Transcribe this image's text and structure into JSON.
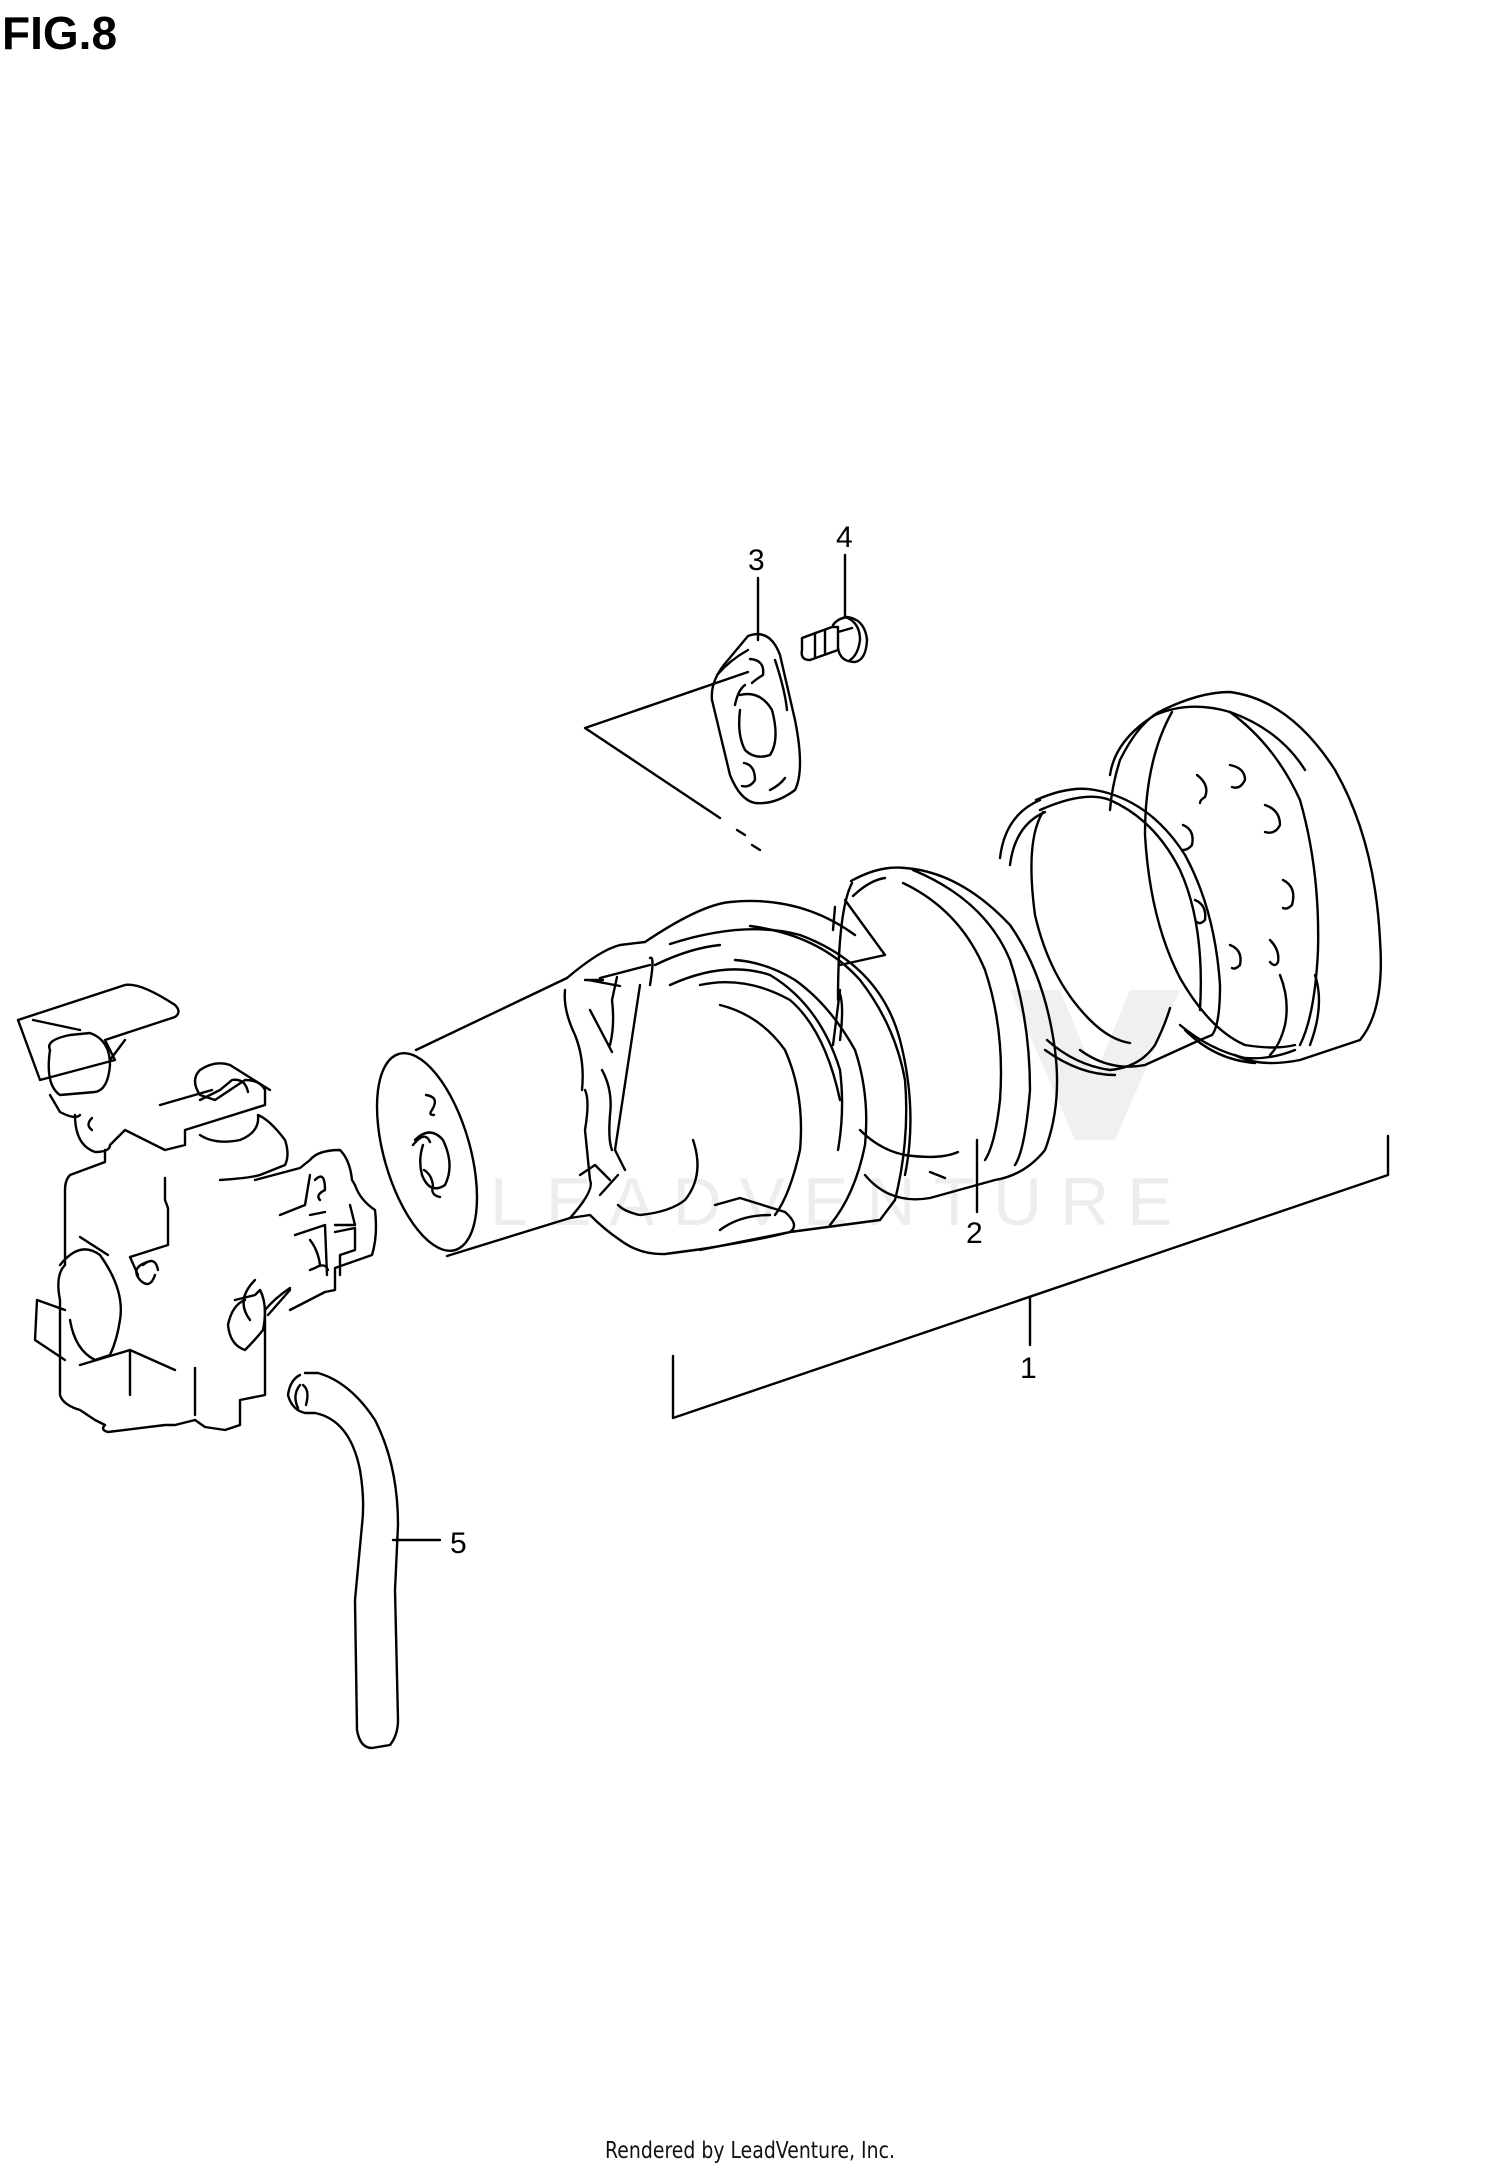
{
  "figure": {
    "title": "FIG.8"
  },
  "watermark": {
    "text": "LEADVENTURE"
  },
  "callouts": [
    {
      "number": "1",
      "part": "air-cleaner-assembly"
    },
    {
      "number": "2",
      "part": "filter-element"
    },
    {
      "number": "3",
      "part": "gasket"
    },
    {
      "number": "4",
      "part": "bolt"
    },
    {
      "number": "5",
      "part": "hose"
    }
  ],
  "footer": {
    "text": "Rendered by LeadVenture, Inc."
  },
  "colors": {
    "line": "#000000",
    "background": "#ffffff",
    "watermark": "#ededed"
  }
}
